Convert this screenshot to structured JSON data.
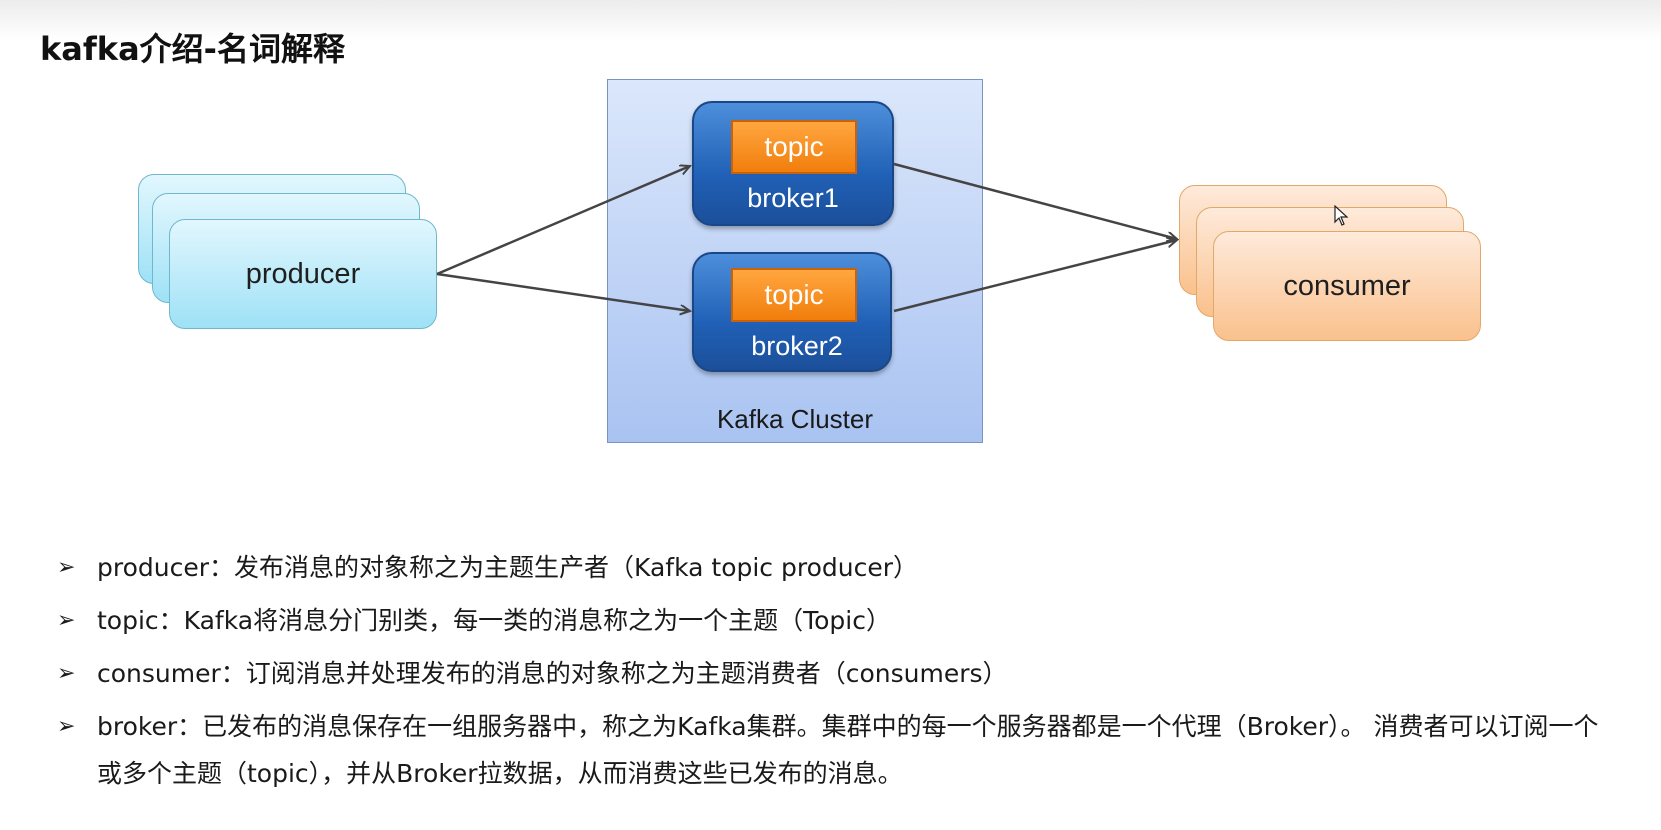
{
  "header": {
    "title": "kafka介绍-名词解释"
  },
  "diagram": {
    "producer_label": "producer",
    "consumer_label": "consumer",
    "cluster_label": "Kafka Cluster",
    "brokers": [
      {
        "topic_label": "topic",
        "broker_label": "broker1"
      },
      {
        "topic_label": "topic",
        "broker_label": "broker2"
      }
    ],
    "colors": {
      "producer_fill": "#b7ebfa",
      "consumer_fill": "#fcd3ad",
      "broker_fill": "#2a6bc0",
      "topic_fill": "#f7890f",
      "cluster_fill": "#bfd3f6",
      "arrow": "#444444"
    }
  },
  "definitions": {
    "bullet_icon": "arrow-bullet-icon",
    "items": [
      {
        "text": "producer：发布消息的对象称之为主题生产者（Kafka topic producer）"
      },
      {
        "text": "topic：Kafka将消息分门别类，每一类的消息称之为一个主题（Topic）"
      },
      {
        "text": "consumer：订阅消息并处理发布的消息的对象称之为主题消费者（consumers）"
      },
      {
        "text": "broker：已发布的消息保存在一组服务器中，称之为Kafka集群。集群中的每一个服务器都是一个代理（Broker）。 消费者可以订阅一个或多个主题（topic），并从Broker拉数据，从而消费这些已发布的消息。"
      }
    ]
  }
}
